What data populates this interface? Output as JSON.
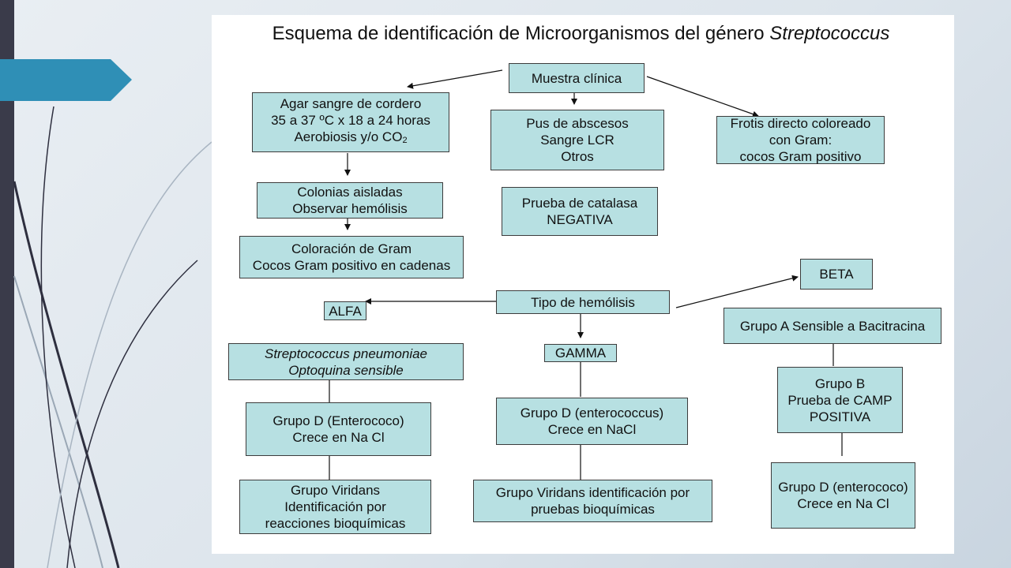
{
  "title": {
    "main": "Esquema de identificación de Microorganismos del género ",
    "genus": "Streptococcus"
  },
  "nodes": {
    "muestra": [
      "Muestra clínica"
    ],
    "agar": [
      "Agar sangre de cordero",
      "35 a 37 ºC x 18 a 24 horas",
      "Aerobiosis y/o CO"
    ],
    "agar_sub": "2",
    "pus": [
      "Pus de abscesos",
      "Sangre LCR",
      "Otros"
    ],
    "frotis": [
      "Frotis directo coloreado",
      "con Gram:",
      "cocos Gram positivo"
    ],
    "colonias": [
      "Colonias aisladas",
      "Observar hemólisis"
    ],
    "catalasa": [
      "Prueba de catalasa",
      "NEGATIVA"
    ],
    "coloracion": [
      "Coloración de Gram",
      "Cocos Gram positivo en cadenas"
    ],
    "beta": [
      "BETA"
    ],
    "alfa": [
      "ALFA"
    ],
    "hemolisis": [
      "Tipo de hemólisis"
    ],
    "grupo_a": [
      "Grupo A Sensible a Bacitracina"
    ],
    "pneumoniae": [
      "Streptococcus pneumoniae",
      "Optoquina sensible"
    ],
    "gamma": [
      "GAMMA"
    ],
    "grupo_b": [
      "Grupo B",
      "Prueba de CAMP",
      "POSITIVA"
    ],
    "grupo_d_alfa": [
      "Grupo D (Enterococo)",
      "Crece en Na Cl"
    ],
    "grupo_d_gamma": [
      "Grupo D (enterococcus)",
      "Crece en NaCl"
    ],
    "viridans_alfa": [
      "Grupo Viridans",
      "Identificación por",
      "reacciones bioquímicas"
    ],
    "viridans_gamma": [
      "Grupo Viridans identificación por",
      "pruebas bioquímicas"
    ],
    "grupo_d_beta": [
      "Grupo D (enterococo)",
      "Crece en Na Cl"
    ]
  },
  "colors": {
    "box_fill": "#b7e0e2",
    "box_border": "#3c3c3c",
    "accent_tab": "#2f8fb6",
    "left_bar": "#3a3b4a"
  }
}
